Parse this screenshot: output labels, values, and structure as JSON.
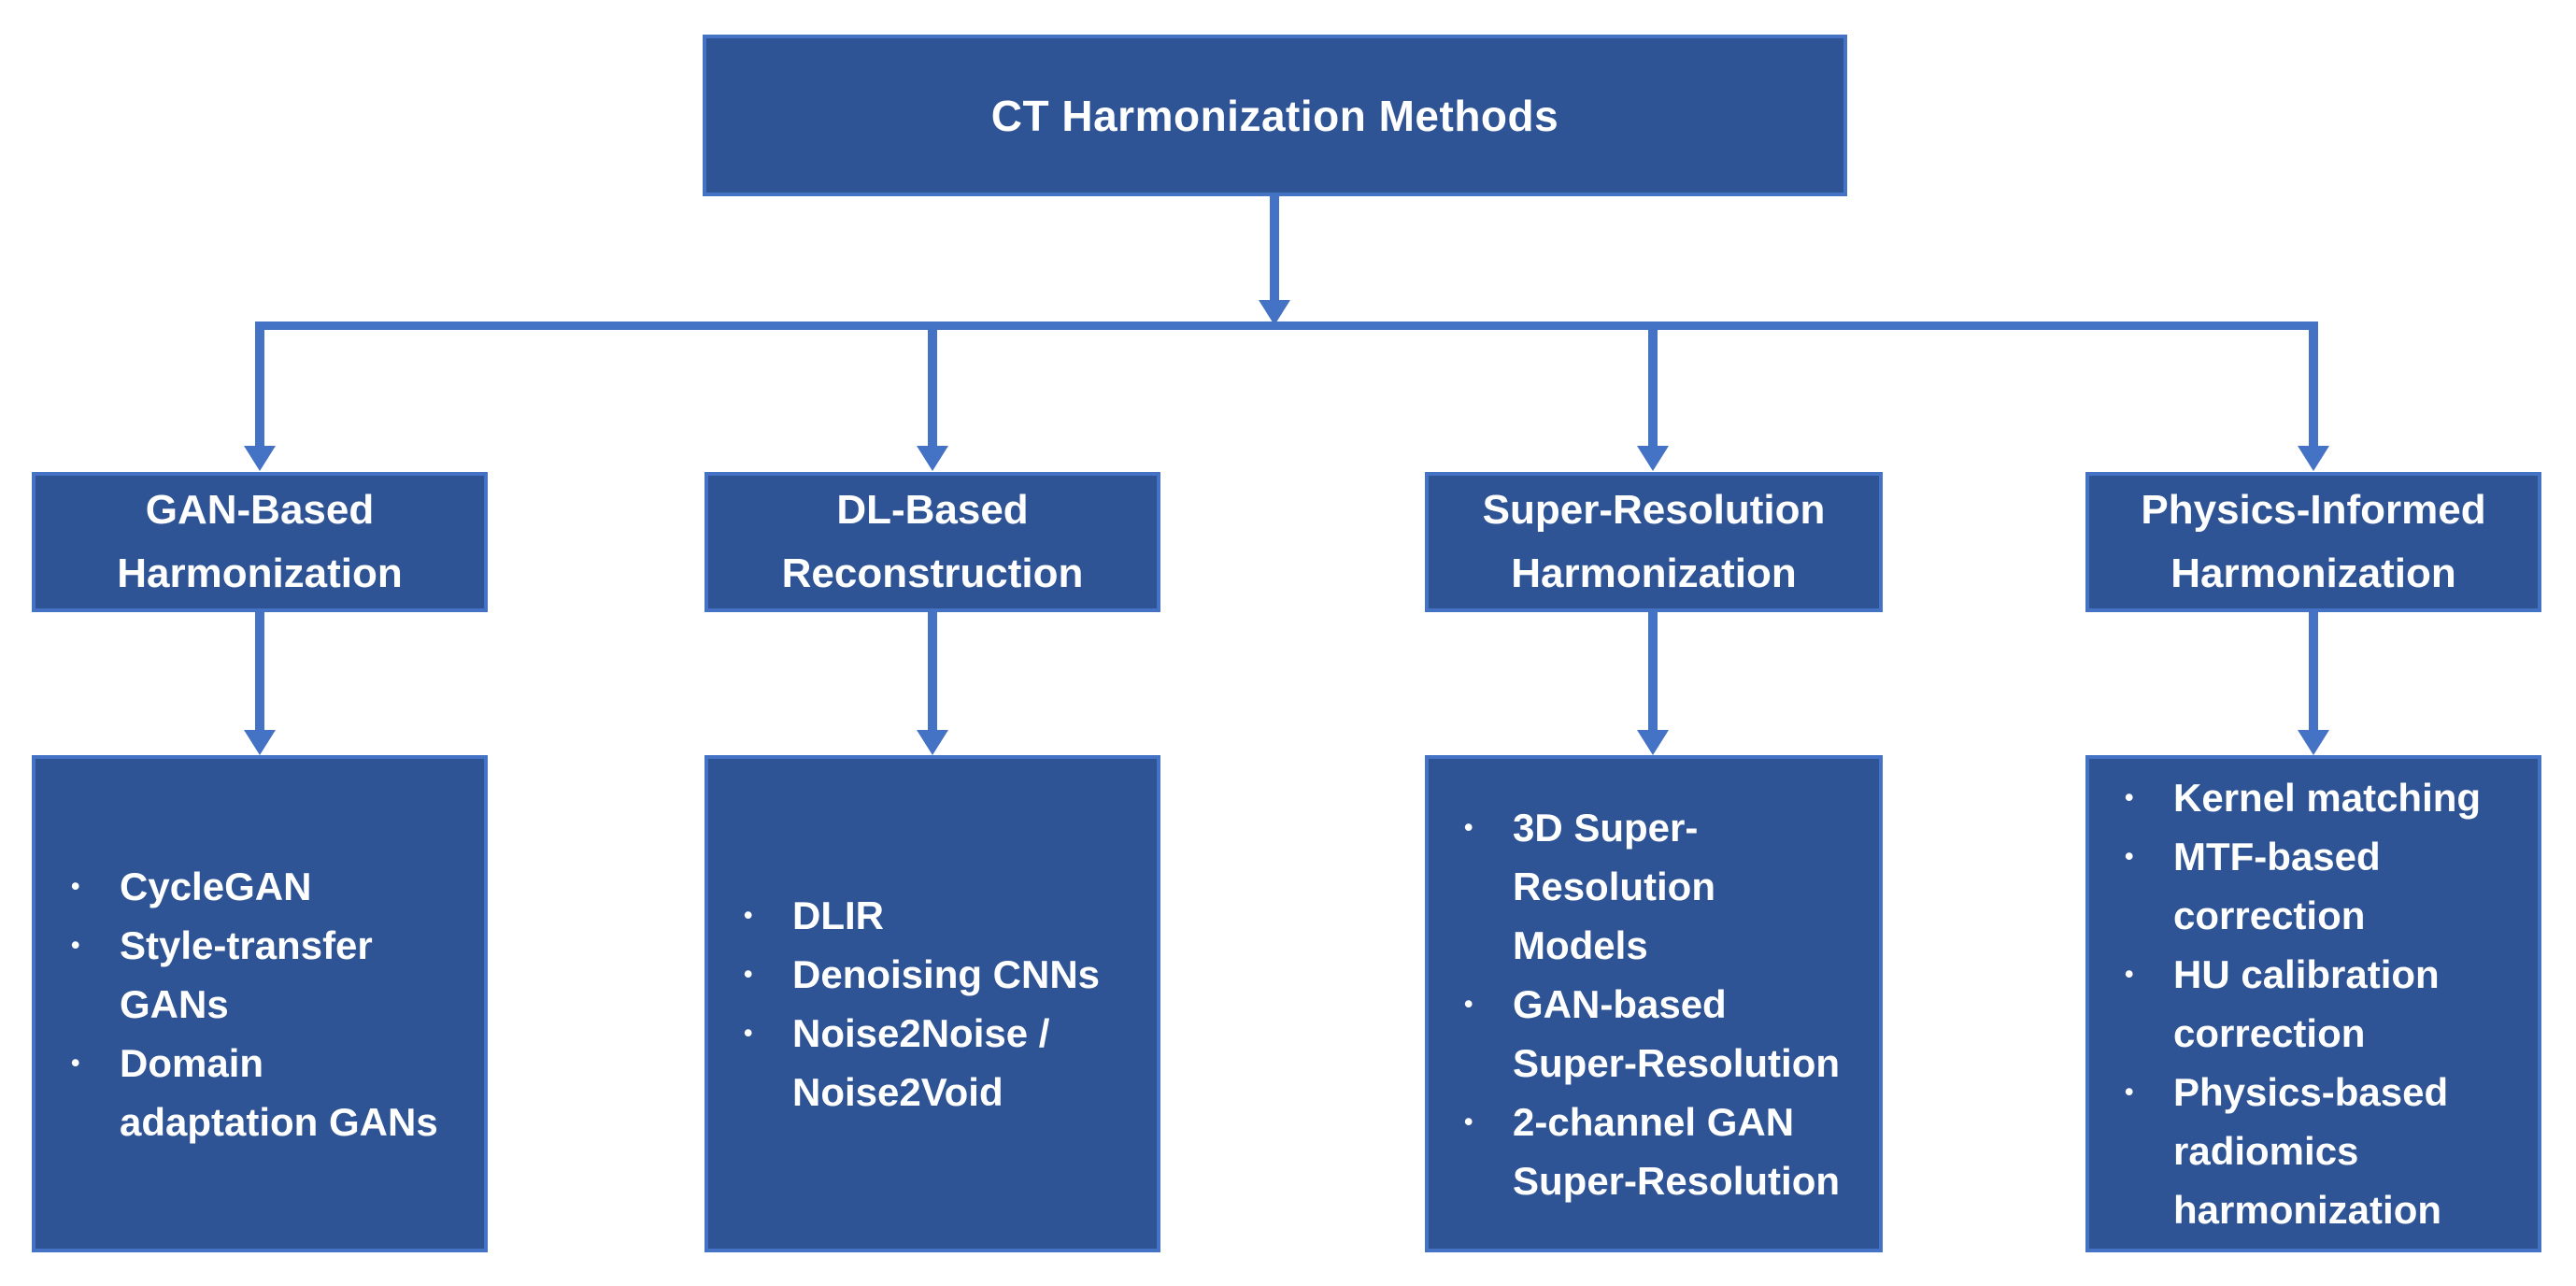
{
  "diagram": {
    "root_label": "CT Harmonization Methods",
    "bullet_glyph": "•",
    "branches": [
      {
        "label": "GAN-Based Harmonization",
        "items": [
          "CycleGAN",
          "Style-transfer GANs",
          "Domain adaptation GANs"
        ]
      },
      {
        "label": "DL-Based Reconstruction",
        "items": [
          "DLIR",
          "Denoising CNNs",
          "Noise2Noise / Noise2Void"
        ]
      },
      {
        "label": "Super-Resolution Harmonization",
        "items": [
          "3D Super-Resolution Models",
          "GAN-based Super-Resolution",
          "2-channel GAN Super-Resolution"
        ]
      },
      {
        "label": "Physics-Informed Harmonization",
        "items": [
          "Kernel matching",
          "MTF-based correction",
          "HU calibration correction",
          "Physics-based radiomics harmonization"
        ]
      }
    ],
    "colors": {
      "box_fill": "#2F5496",
      "box_border": "#4472C4",
      "connector": "#4472C4",
      "text": "#FFFFFF",
      "page_bg": "#FFFFFF"
    }
  }
}
